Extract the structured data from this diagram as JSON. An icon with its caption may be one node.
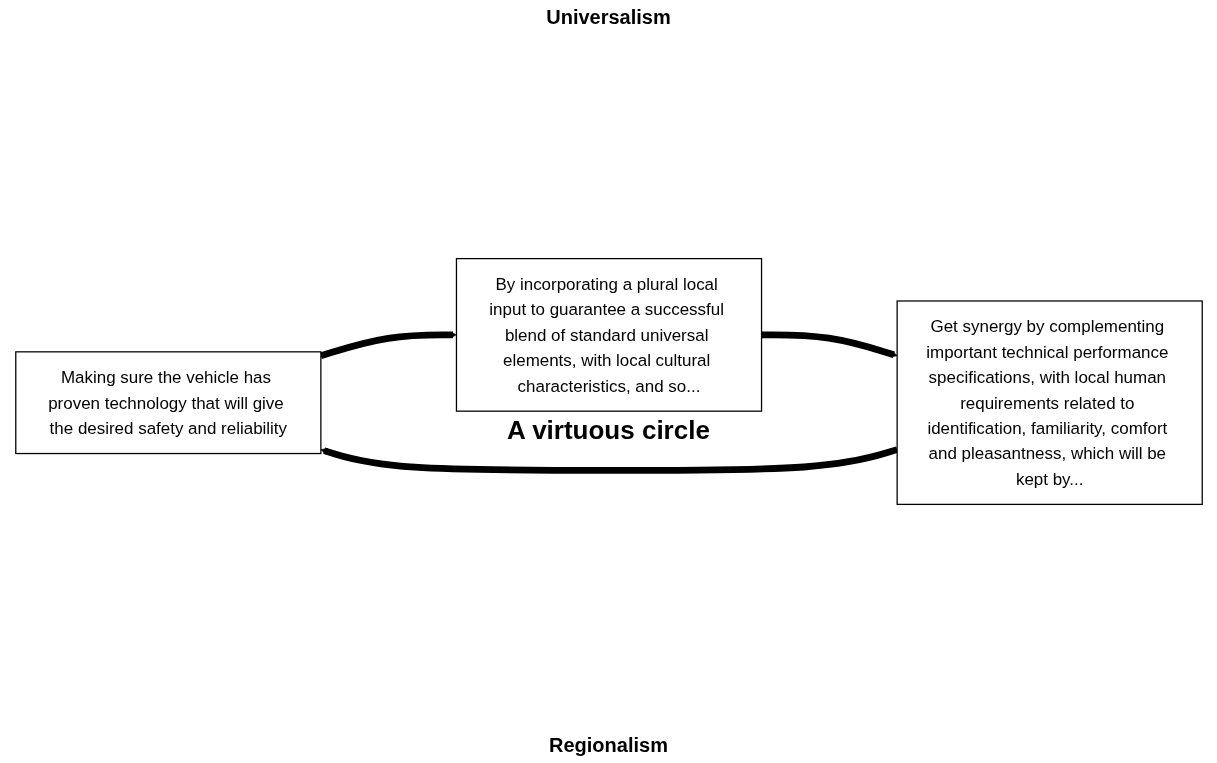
{
  "diagram": {
    "nodes": [
      {
        "text": [
          "Making sure the vehicle has proven technology that will give the desired safety and reliability"
        ]
      },
      {
        "text": [
          "By incorporating a plural local input to guarantee a successful blend of standard universal elements, with local cultural characteristics, and so..."
        ]
      },
      {
        "text": [
          "Get synergy by complementing important technical performance specifications, with local human requirements related to identification, familiarity, comfort and pleasantness, which will be kept by..."
        ]
      }
    ],
    "edges": [
      {
        "from": 0,
        "to": 1,
        "arrow": "to"
      },
      {
        "from": 1,
        "to": 2,
        "arrow": "to"
      },
      {
        "from": 2,
        "to": 0,
        "arrow": "to"
      }
    ],
    "labels": [
      "Universalism",
      "A virtuous circle",
      "Regionalism"
    ]
  }
}
